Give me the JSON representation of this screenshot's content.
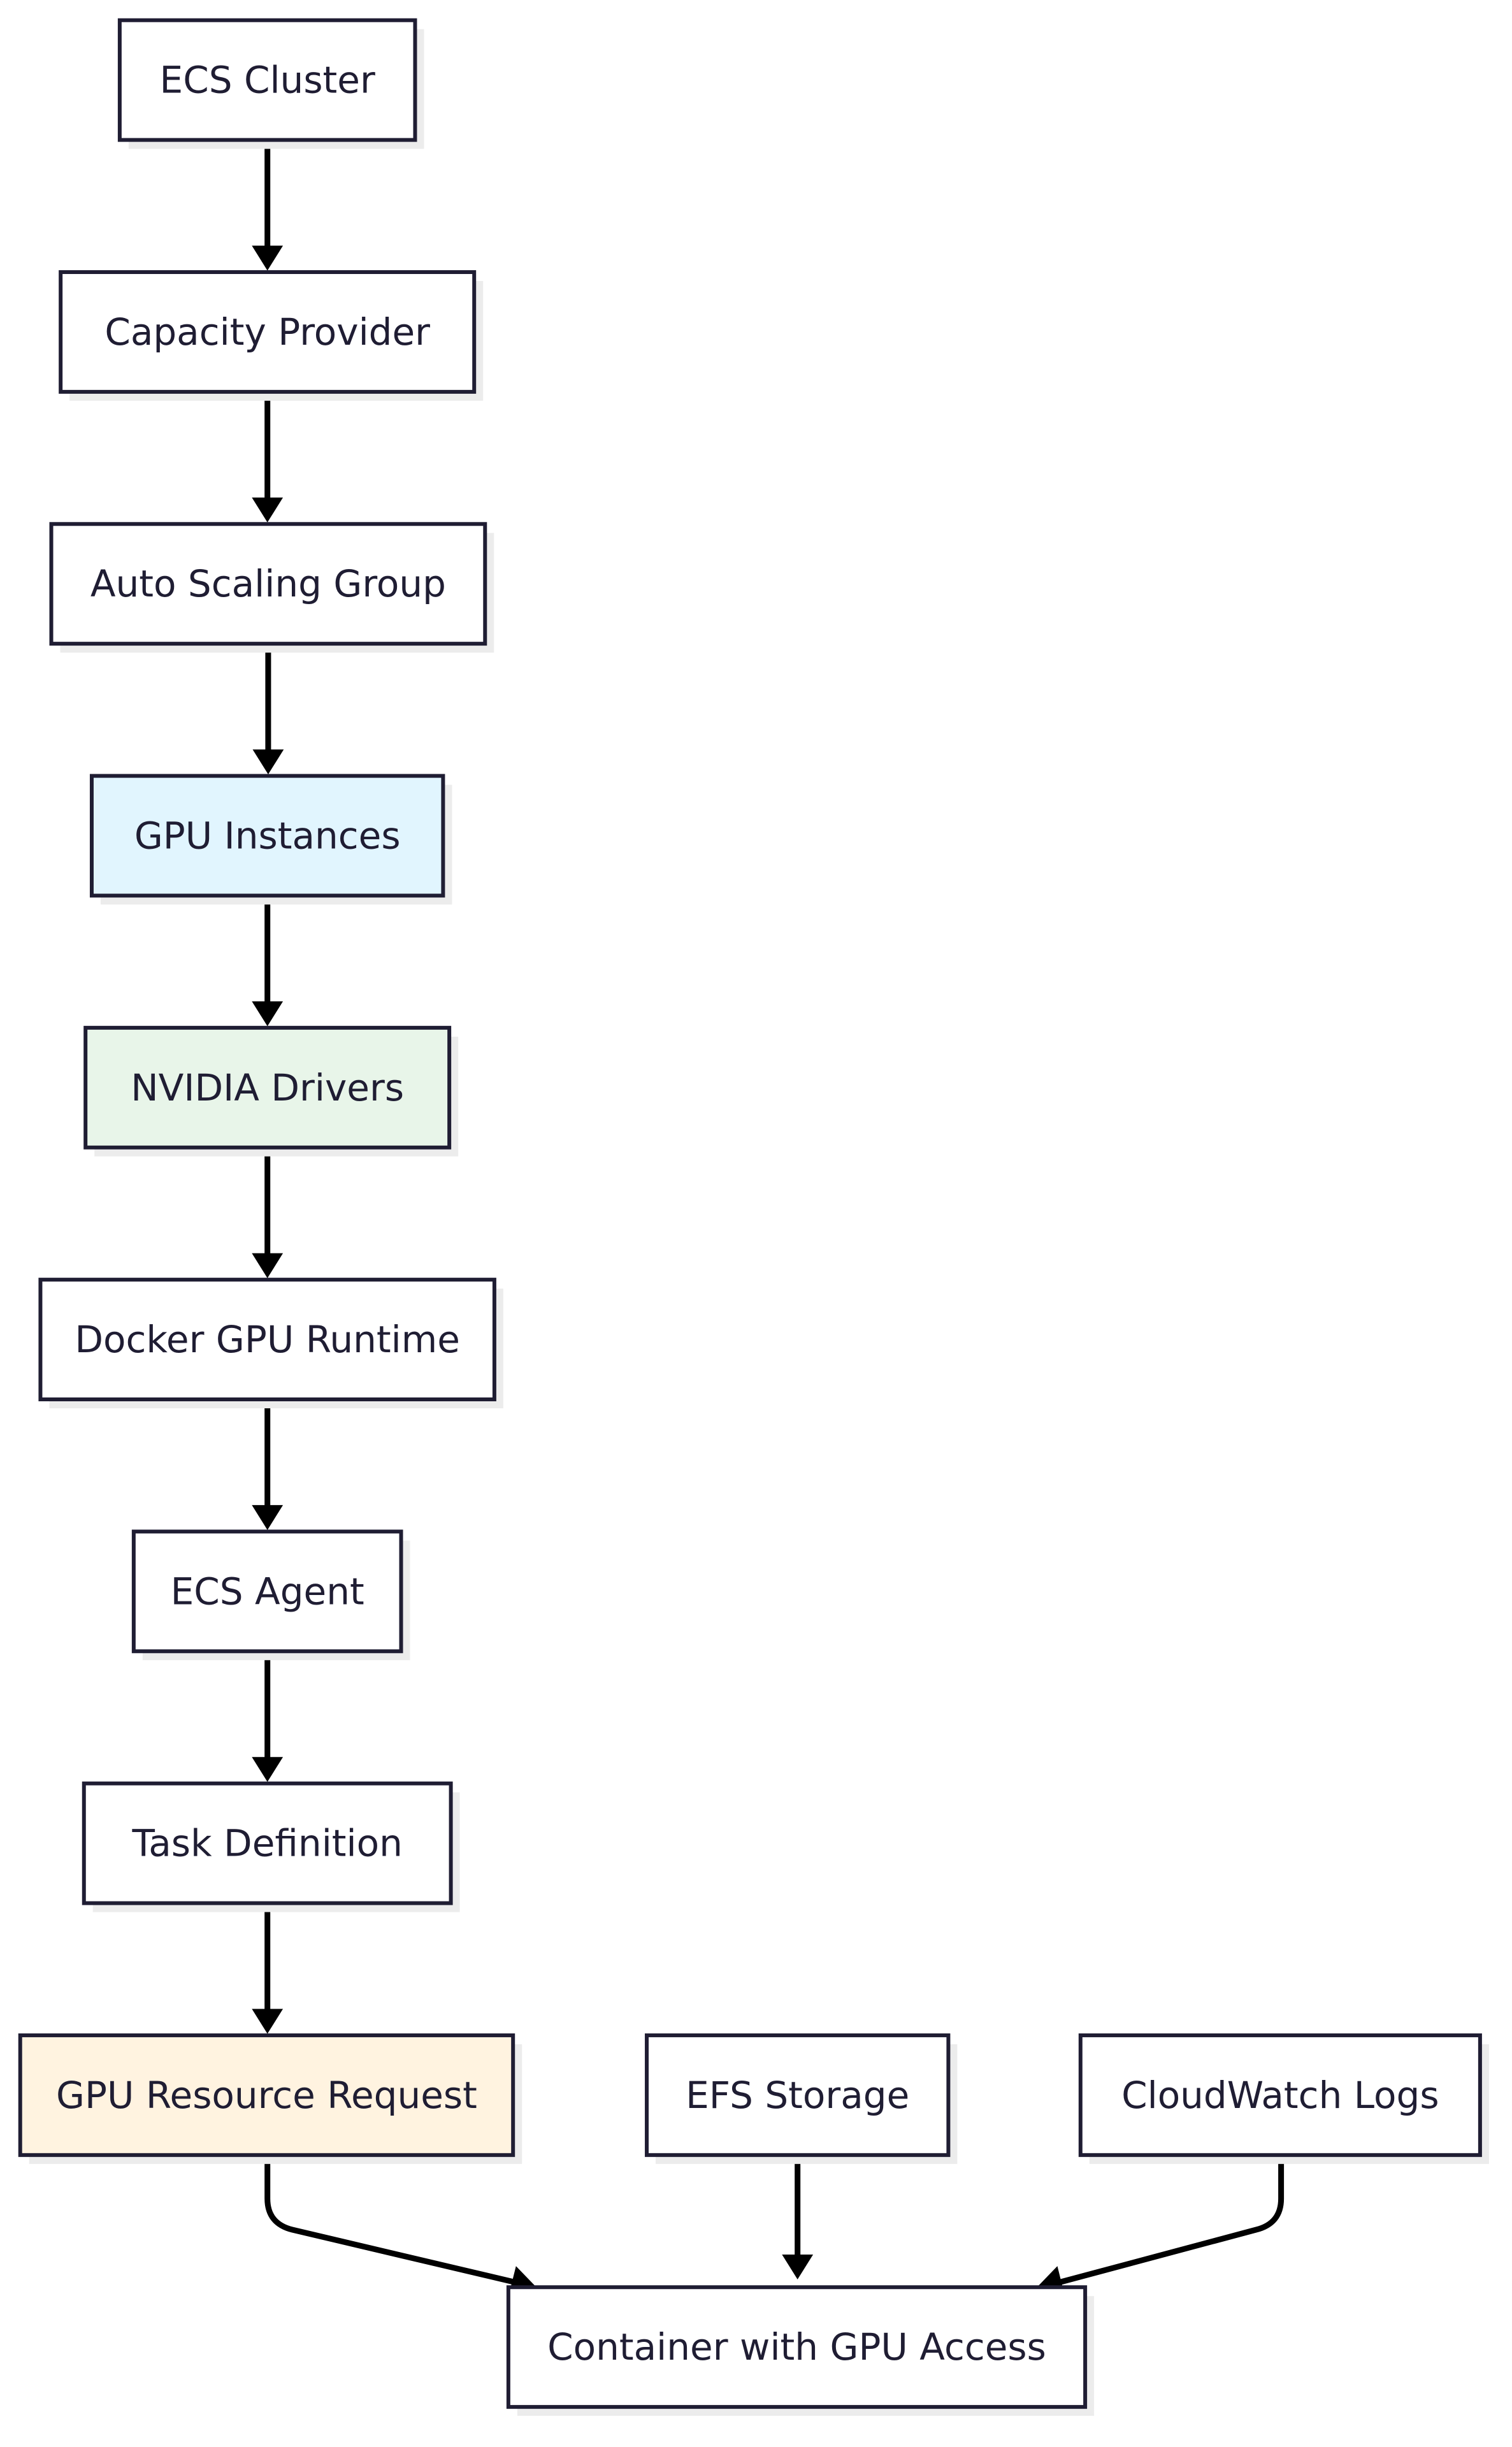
{
  "nodes": [
    {
      "id": "ecs-cluster",
      "label": "ECS Cluster",
      "fill": "#ffffff"
    },
    {
      "id": "capacity-provider",
      "label": "Capacity Provider",
      "fill": "#ffffff"
    },
    {
      "id": "auto-scaling-group",
      "label": "Auto Scaling Group",
      "fill": "#ffffff"
    },
    {
      "id": "gpu-instances",
      "label": "GPU Instances",
      "fill": "#e1f5fe"
    },
    {
      "id": "nvidia-drivers",
      "label": "NVIDIA Drivers",
      "fill": "#e8f5e9"
    },
    {
      "id": "docker-gpu-runtime",
      "label": "Docker GPU Runtime",
      "fill": "#ffffff"
    },
    {
      "id": "ecs-agent",
      "label": "ECS Agent",
      "fill": "#ffffff"
    },
    {
      "id": "task-definition",
      "label": "Task Definition",
      "fill": "#ffffff"
    },
    {
      "id": "gpu-resource-request",
      "label": "GPU Resource Request",
      "fill": "#fff3e0"
    },
    {
      "id": "efs-storage",
      "label": "EFS Storage",
      "fill": "#ffffff"
    },
    {
      "id": "cloudwatch-logs",
      "label": "CloudWatch Logs",
      "fill": "#ffffff"
    },
    {
      "id": "container-gpu-access",
      "label": "Container with GPU Access",
      "fill": "#ffffff"
    }
  ],
  "edges": [
    {
      "from": "ecs-cluster",
      "to": "capacity-provider"
    },
    {
      "from": "capacity-provider",
      "to": "auto-scaling-group"
    },
    {
      "from": "auto-scaling-group",
      "to": "gpu-instances"
    },
    {
      "from": "gpu-instances",
      "to": "nvidia-drivers"
    },
    {
      "from": "nvidia-drivers",
      "to": "docker-gpu-runtime"
    },
    {
      "from": "docker-gpu-runtime",
      "to": "ecs-agent"
    },
    {
      "from": "ecs-agent",
      "to": "task-definition"
    },
    {
      "from": "task-definition",
      "to": "gpu-resource-request"
    },
    {
      "from": "gpu-resource-request",
      "to": "container-gpu-access"
    },
    {
      "from": "efs-storage",
      "to": "container-gpu-access"
    },
    {
      "from": "cloudwatch-logs",
      "to": "container-gpu-access"
    }
  ]
}
